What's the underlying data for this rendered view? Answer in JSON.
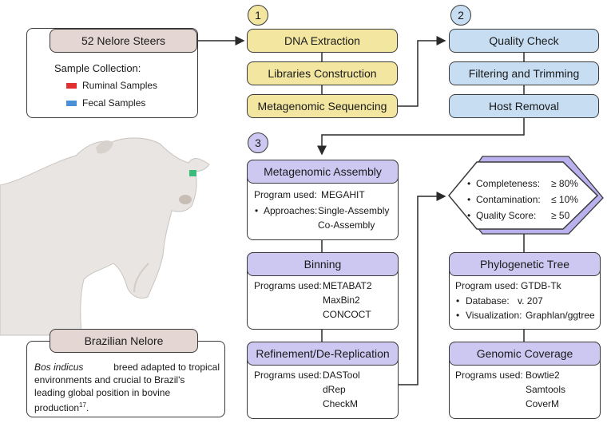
{
  "colors": {
    "yellow": "#f2e6a0",
    "blue": "#c7def2",
    "purple": "#cdc8f2",
    "beige": "#e4d6d2",
    "ruminal": "#e03030",
    "fecal": "#4a90d9"
  },
  "steps": {
    "s1": "1",
    "s2": "2",
    "s3": "3"
  },
  "samples": {
    "title": "52 Nelore Steers",
    "collection": "Sample Collection:",
    "ruminal": "Ruminal Samples",
    "fecal": "Fecal Samples"
  },
  "yellow_steps": [
    "DNA Extraction",
    "Libraries Construction",
    "Metagenomic Sequencing"
  ],
  "blue_steps": [
    "Quality Check",
    "Filtering and Trimming",
    "Host Removal"
  ],
  "assembly": {
    "title": "Metagenomic Assembly",
    "program_label": "Program used:",
    "program": "MEGAHIT",
    "bullet": "•",
    "approaches_label": "Approaches:",
    "approach1": "Single-Assembly",
    "approach2": "Co-Assembly"
  },
  "binning": {
    "title": "Binning",
    "programs_label": "Programs used:",
    "programs": [
      "METABAT2",
      "MaxBin2",
      "CONCOCT"
    ]
  },
  "refinement": {
    "title": "Refinement/De-Replication",
    "programs_label": "Programs used:",
    "programs": [
      "DASTool",
      "dRep",
      "CheckM"
    ]
  },
  "quality": {
    "bullet": "•",
    "completeness_label": "Completeness:",
    "completeness": "≥ 80%",
    "contamination_label": "Contamination:",
    "contamination": "≤ 10%",
    "score_label": "Quality Score:",
    "score": "≥ 50"
  },
  "phylo": {
    "title": "Phylogenetic Tree",
    "program_label": "Program used:",
    "program": "GTDB-Tk",
    "bullet": "•",
    "database_label": "Database:",
    "database": "v. 207",
    "vis_label": "Visualization:",
    "vis": "Graphlan/ggtree"
  },
  "coverage": {
    "title": "Genomic Coverage",
    "programs_label": "Programs used:",
    "programs": [
      "Bowtie2",
      "Samtools",
      "CoverM"
    ]
  },
  "nelore": {
    "title": "Brazilian Nelore",
    "species": "Bos indicus",
    "line1_rest": "breed adapted to tropical",
    "line2": "environments and crucial to Brazil's",
    "line3": "leading global position in bovine",
    "line4": "production",
    "ref": "17",
    "line4_end": "."
  }
}
